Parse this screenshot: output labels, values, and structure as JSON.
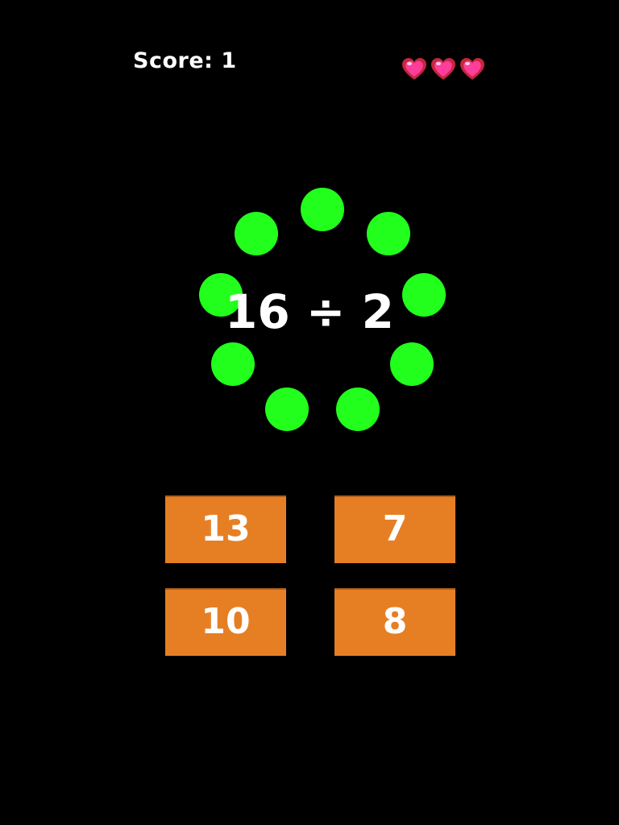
{
  "hud": {
    "score_text": "Score: 1",
    "lives": 3,
    "heart_icon": "heart-icon"
  },
  "question": {
    "text": "16 ÷ 2"
  },
  "timer": {
    "dots_total": 9,
    "dot_color": "#22ff1c"
  },
  "answers": [
    {
      "label": "13"
    },
    {
      "label": "7"
    },
    {
      "label": "10"
    },
    {
      "label": "8"
    }
  ],
  "colors": {
    "background": "#000000",
    "button": "#e67f24",
    "text": "#ffffff",
    "heart_fill": "#ff3d9a",
    "heart_outline": "#c4273c"
  }
}
